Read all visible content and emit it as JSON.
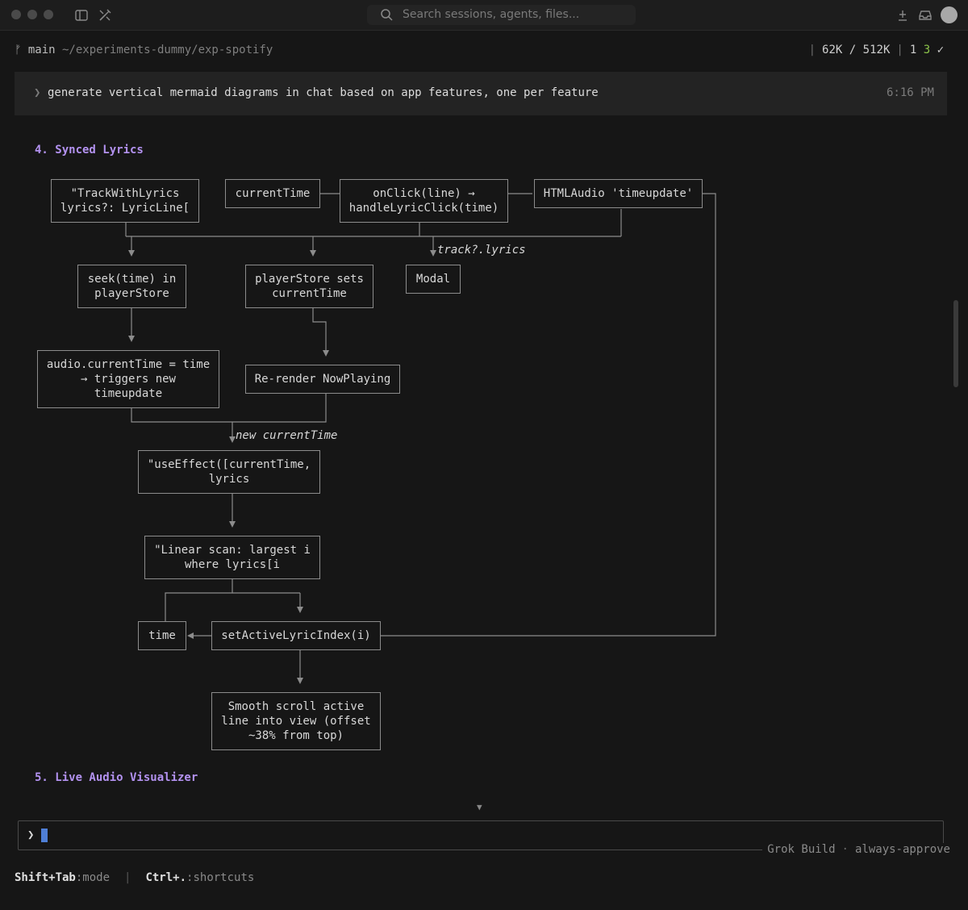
{
  "titlebar": {
    "search_placeholder": "Search sessions, agents, files..."
  },
  "pathbar": {
    "branch": "main",
    "path": "~/experiments-dummy/exp-spotify"
  },
  "stats": {
    "tokens_used": "62K",
    "tokens_sep": "/",
    "tokens_total": "512K",
    "count_a": "1",
    "count_b": "3",
    "check": "✓"
  },
  "prompt": {
    "text": "generate vertical mermaid diagrams in chat based on app features, one per feature",
    "time": "6:16 PM"
  },
  "sections": {
    "s4": "4. Synced Lyrics",
    "s5": "5. Live Audio Visualizer"
  },
  "diagram": {
    "nodes": {
      "track": "\"TrackWithLyrics\nlyrics?: LyricLine[",
      "current_time": "currentTime",
      "onclick": "onClick(line) →\nhandleLyricClick(time)",
      "html_audio": "HTMLAudio 'timeupdate'",
      "seek": "seek(time) in\nplayerStore",
      "store_sets": "playerStore sets\ncurrentTime",
      "modal": "Modal",
      "audio_ct": "audio.currentTime = time\n→ triggers new\ntimeupdate",
      "rerender": "Re-render NowPlaying",
      "use_effect": "\"useEffect([currentTime,\nlyrics",
      "linear": "\"Linear scan: largest i\nwhere lyrics[i",
      "time": "time",
      "set_active": "setActiveLyricIndex(i)",
      "smooth": "Smooth scroll active\nline into view (offset\n~38% from top)"
    },
    "edge_labels": {
      "track_lyrics": "track?.lyrics",
      "new_current_time": "new currentTime"
    }
  },
  "input": {
    "chevron": "❯",
    "footer_app": "Grok Build",
    "footer_mode": "always-approve"
  },
  "hints": {
    "mode_key": "Shift+Tab",
    "mode_label": ":mode",
    "shortcuts_key": "Ctrl+.",
    "shortcuts_label": ":shortcuts"
  }
}
